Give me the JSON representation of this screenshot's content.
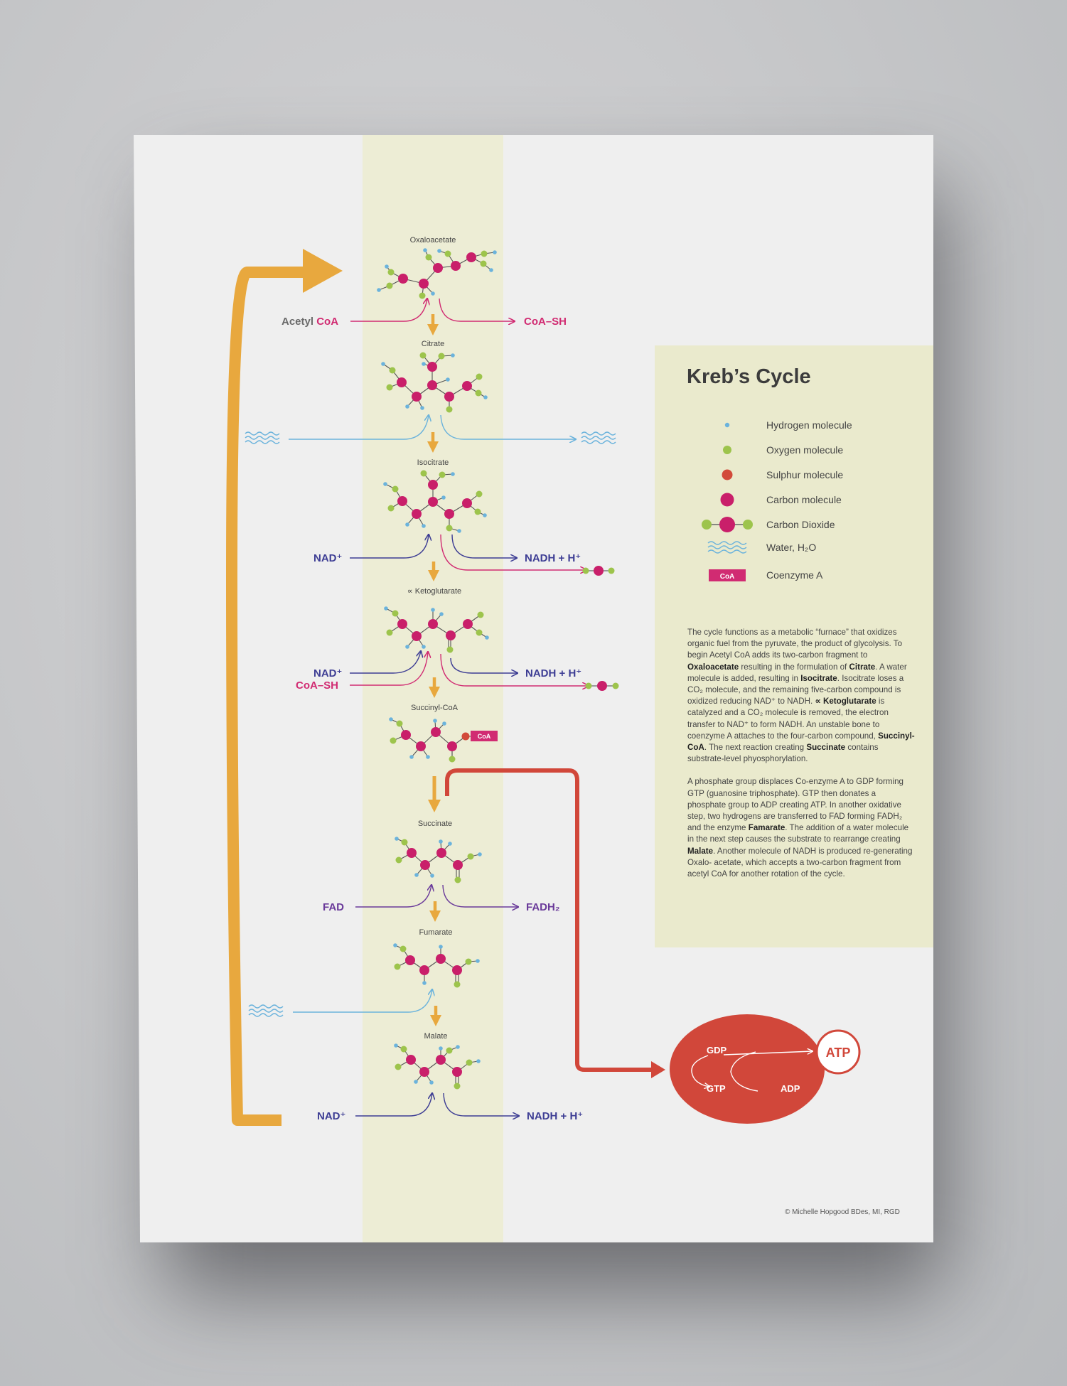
{
  "title": "Kreb’s Cycle",
  "molecules": {
    "oxaloacetate": "Oxaloacetate",
    "citrate": "Citrate",
    "isocitrate": "Isocitrate",
    "ketoglutarate": "∝ Ketoglutarate",
    "succinyl_coa": "Succinyl-CoA",
    "succinate": "Succinate",
    "fumarate": "Fumarate",
    "malate": "Malate"
  },
  "inputs": {
    "acetyl": "Acetyl",
    "coa": "CoA",
    "nad": "NAD⁺",
    "coa_sh": "CoA–SH",
    "fad": "FAD"
  },
  "outputs": {
    "coa_sh": "CoA–SH",
    "nadh": "NADH",
    "plus_h": "+ H⁺",
    "fadh2": "FADH₂"
  },
  "coa_badge": "CoA",
  "atp_cycle": {
    "gdp": "GDP",
    "gtp": "GTP",
    "adp": "ADP",
    "atp": "ATP"
  },
  "legend": [
    {
      "label": "Hydrogen molecule"
    },
    {
      "label": "Oxygen molecule"
    },
    {
      "label": "Sulphur molecule"
    },
    {
      "label": "Carbon molecule"
    },
    {
      "label": "Carbon Dioxide"
    },
    {
      "label": "Water, H₂O"
    },
    {
      "label": "Coenzyme A",
      "badge": "CoA"
    }
  ],
  "colors": {
    "hydrogen": "#6bb3dc",
    "oxygen": "#9dc44c",
    "sulphur": "#d24a3a",
    "carbon": "#c91f6a",
    "orange_arrow": "#e8a83e",
    "red_arrow": "#d1473a",
    "nad_blue": "#3d3d94",
    "coa_pink": "#d12b72",
    "band": "#ededd5",
    "legend_panel": "#eaeacd"
  },
  "description": [
    [
      {
        "t": "The cycle functions as a metabolic “furnace” that oxidizes organic fuel from the pyruvate, the product of glycolysis. To begin Acetyl CoA adds its two-carbon fragment to "
      },
      {
        "t": "Oxaloacetate",
        "b": true
      },
      {
        "t": " resulting in the formulation of "
      },
      {
        "t": "Citrate",
        "b": true
      },
      {
        "t": ". A water molecule is added, resulting in "
      },
      {
        "t": "Isocitrate",
        "b": true
      },
      {
        "t": ". Isocitrate loses a CO₂ molecule, and the remaining five-carbon compound is oxidized reducing NAD⁺ to NADH. "
      },
      {
        "t": "∝ Ketoglutarate",
        "b": true
      },
      {
        "t": " is catalyzed and a CO₂ molecule is removed, the electron transfer to NAD⁺ to form NADH. An unstable bone to coenzyme A attaches to the four-carbon compound, "
      },
      {
        "t": "Succinyl-CoA",
        "b": true
      },
      {
        "t": ". The next reaction creating "
      },
      {
        "t": "Succinate",
        "b": true
      },
      {
        "t": " contains substrate-level phyosphorylation."
      }
    ],
    [
      {
        "t": "A phosphate group displaces Co-enzyme A to GDP forming GTP (guanosine triphosphate). GTP then donates a phosphate group to ADP creating ATP. In another oxidative step, two hydrogens are transferred to FAD forming FADH₂ and the enzyme "
      },
      {
        "t": "Famarate",
        "b": true
      },
      {
        "t": ". The addition of a water molecule in the next step causes the substrate to rearrange creating "
      },
      {
        "t": "Malate",
        "b": true
      },
      {
        "t": ". Another molecule of NADH is produced re-generating Oxalo- acetate, which accepts a two-carbon fragment from acetyl CoA for another rotation of the cycle."
      }
    ]
  ],
  "copyright": "© Michelle Hopgood  BDes, MI, RGD"
}
